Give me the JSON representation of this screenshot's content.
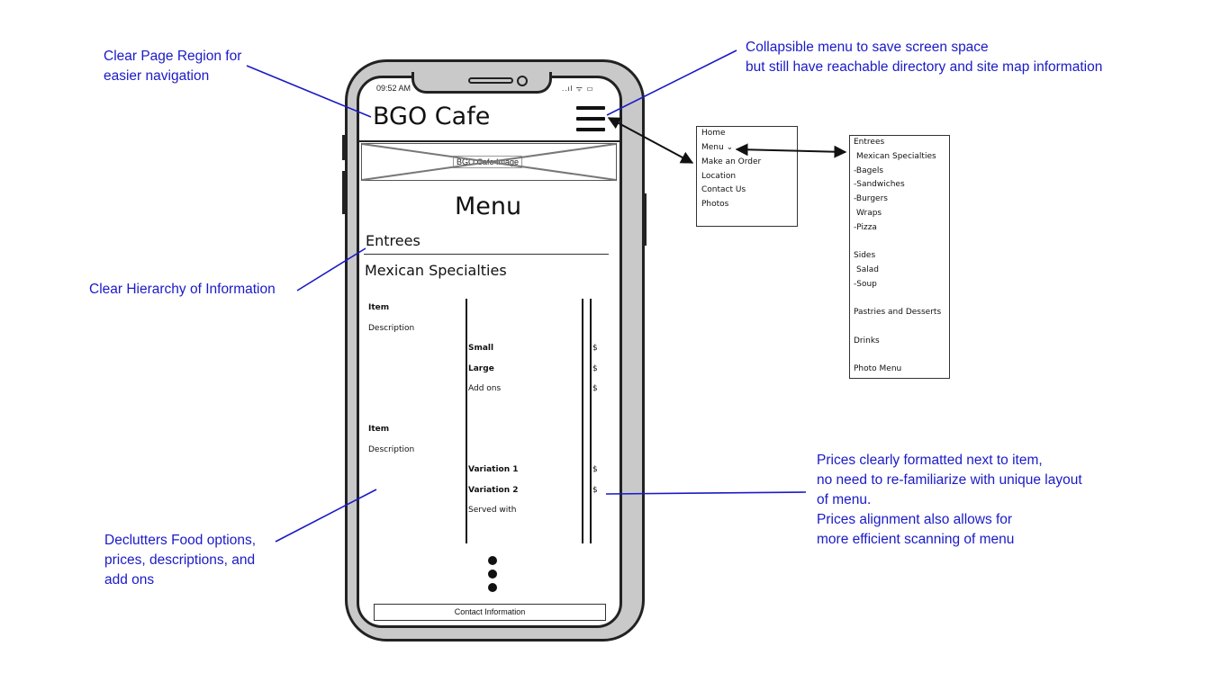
{
  "annotations": {
    "page_region": [
      "Clear Page Region for",
      "easier navigation"
    ],
    "collapsible_menu": [
      "Collapsible menu to save screen space",
      "but still have reachable directory and site map information"
    ],
    "hierarchy": [
      "Clear Hierarchy of Information"
    ],
    "declutter": [
      "Declutters Food options,",
      "prices, descriptions, and",
      "add ons"
    ],
    "prices": [
      "Prices clearly formatted next to item,",
      "no need to re-familiarize with unique layout",
      "of menu.",
      "Prices alignment also allows for",
      "more efficient scanning of menu"
    ]
  },
  "phone": {
    "status_time": "09:52 AM",
    "status_icons": "..ıl ᯤ ▭",
    "brand": "BGO Cafe",
    "hero_image_label": "BGO Cafe Image",
    "page_title": "Menu",
    "section": "Entrees",
    "subsection": "Mexican Specialties",
    "menu_items": [
      {
        "item": "Item",
        "description": "Description",
        "options": [
          {
            "label": "Small",
            "price": "$"
          },
          {
            "label": "Large",
            "price": "$"
          },
          {
            "label": "Add ons",
            "price": "$"
          }
        ]
      },
      {
        "item": "Item",
        "description": "Description",
        "options": [
          {
            "label": "Variation 1",
            "price": "$"
          },
          {
            "label": "Variation 2",
            "price": "$"
          },
          {
            "label": "Served with",
            "price": ""
          }
        ]
      }
    ],
    "footer_button": "Contact Information"
  },
  "nav_menu": [
    "Home",
    "Menu ⌄",
    "Make an Order",
    "Location",
    "Contact Us",
    "Photos"
  ],
  "submenu": [
    "Entrees",
    "Mexican Specialties",
    "-Bagels",
    "-Sandwiches",
    "-Burgers",
    "Wraps",
    "-Pizza",
    "Sides",
    "Salad",
    "-Soup",
    "Pastries and Desserts",
    "Drinks",
    "Photo Menu"
  ]
}
